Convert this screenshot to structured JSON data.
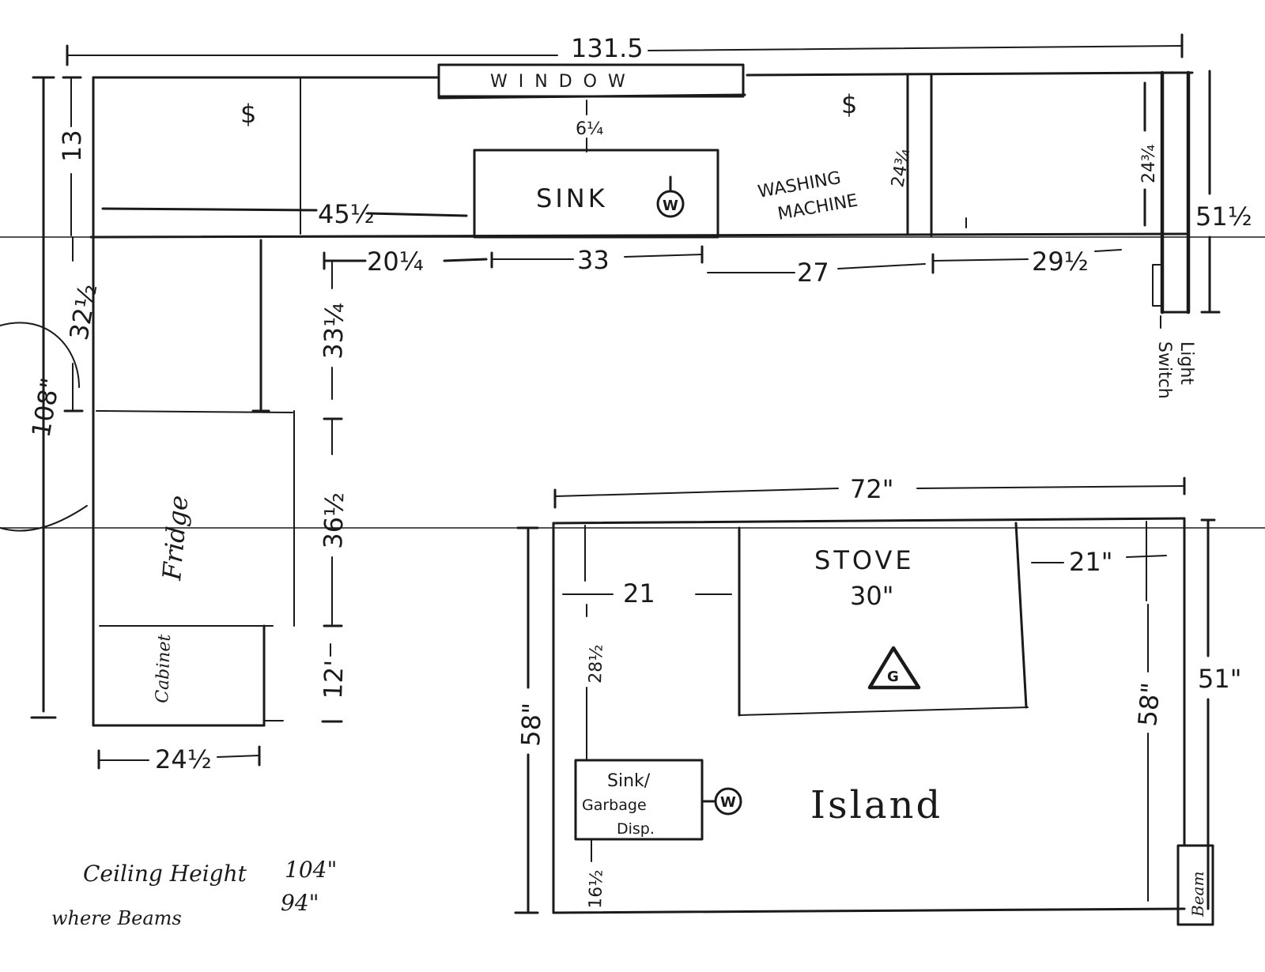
{
  "labels": {
    "window": "WINDOW",
    "sink": "SINK",
    "washing_machine_1": "WASHING",
    "washing_machine_2": "MACHINE",
    "fridge": "Fridge",
    "cabinet": "Cabinet",
    "stove": "STOVE",
    "stove_width": "30\"",
    "island": "Island",
    "island_sink_1": "Sink/",
    "island_sink_2": "Garbage",
    "island_sink_3": "Disp.",
    "beam": "Beam",
    "light_switch_1": "Light",
    "light_switch_2": "Switch",
    "water_symbol": "W",
    "gas_symbol": "G",
    "outlet_symbol": "$"
  },
  "dimensions": {
    "top_width": "131.5",
    "left_height": "108\"",
    "top_wall_left": "13",
    "window_to_sink": "6¼",
    "counter_depth": "45½",
    "wm_depth": "24¾",
    "right_depth": "24¾",
    "right_wall": "51½",
    "seg_1": "20¼",
    "seg_2": "33",
    "seg_3": "27",
    "seg_4": "29½",
    "left_upper": "32½",
    "center_upper": "33¼",
    "center_mid": "36½",
    "center_low": "12'",
    "cabinet_width": "24½",
    "island_width": "72\"",
    "island_left_gap": "21",
    "island_right_gap": "21\"",
    "island_left_height": "58\"",
    "island_upper_inner": "28½",
    "island_right_inner": "58\"",
    "island_right_outer": "51\"",
    "island_lower_inner": "16½"
  },
  "notes": {
    "ceiling_label_1": "Ceiling Height",
    "ceiling_value_1": "104\"",
    "ceiling_label_2": "where Beams",
    "ceiling_value_2": "94\""
  }
}
